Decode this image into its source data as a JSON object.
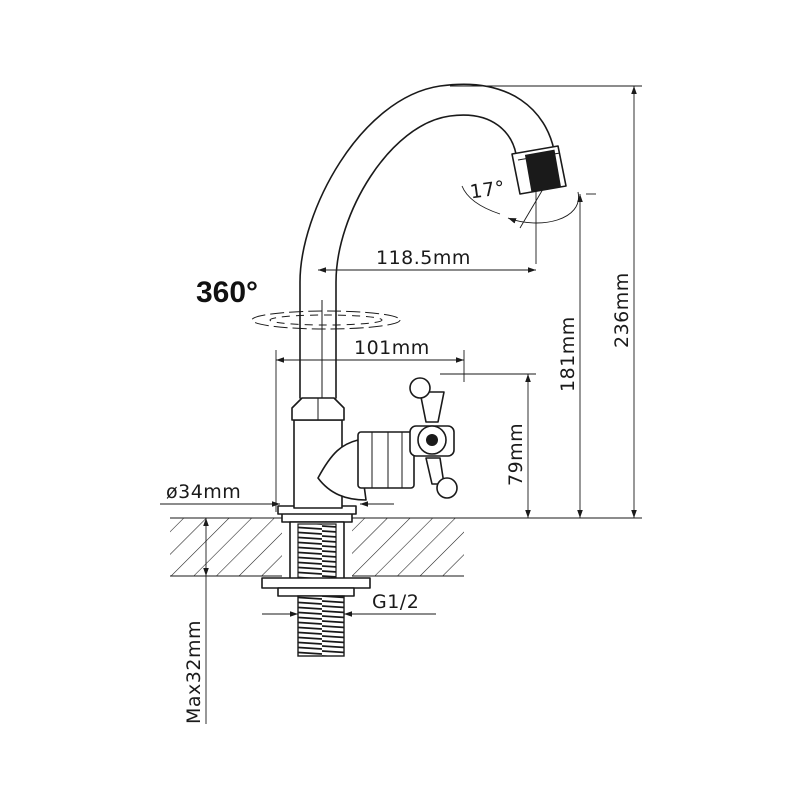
{
  "labels": {
    "rotation": "360°",
    "angle": "17°",
    "reach": "118.5mm",
    "handle_span": "101mm",
    "diameter": "ø34mm",
    "handle_height": "79mm",
    "spout_height": "181mm",
    "total_height": "236mm",
    "thread": "G1/2",
    "max_thickness": "Max32mm"
  }
}
